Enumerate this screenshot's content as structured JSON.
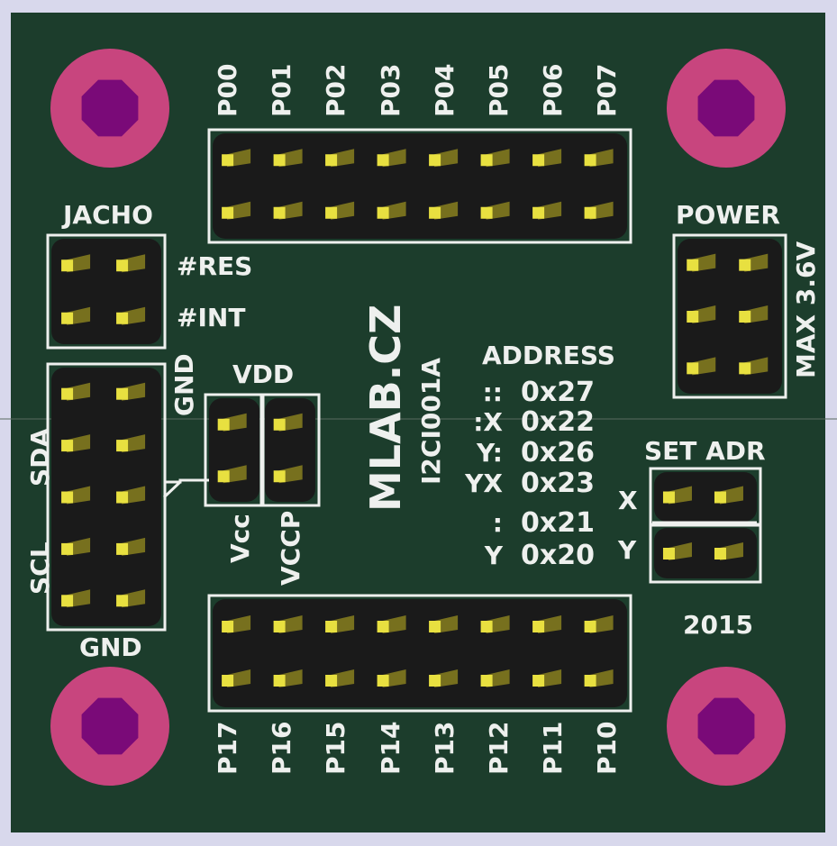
{
  "board": {
    "brand": "MLAB.CZ",
    "part": "I2CI001A",
    "year": "2015",
    "colors": {
      "pcb": "#1c3d2c",
      "silk": "#eef0ee",
      "pad_ring": "#c8457e",
      "hole": "#7a0a78",
      "pin": "#e8e040",
      "header": "#1a1a1a"
    }
  },
  "top_header": {
    "labels": [
      "P00",
      "P01",
      "P02",
      "P03",
      "P04",
      "P05",
      "P06",
      "P07"
    ]
  },
  "bottom_header": {
    "labels": [
      "P17",
      "P16",
      "P15",
      "P14",
      "P13",
      "P12",
      "P11",
      "P10"
    ]
  },
  "jacho": {
    "title": "JACHO",
    "res": "#RES",
    "int": "#INT"
  },
  "i2c": {
    "gnd_top": "GND",
    "sda": "SDA",
    "scl": "SCL",
    "gnd_bottom": "GND"
  },
  "vdd": {
    "title": "VDD",
    "vcc": "Vcc",
    "vccp": "VCCP"
  },
  "power": {
    "title": "POWER",
    "max": "MAX 3.6V"
  },
  "address": {
    "title": "ADDRESS",
    "rows": [
      {
        "code": "::",
        "value": "0x27"
      },
      {
        "code": ":X",
        "value": "0x22"
      },
      {
        "code": "Y:",
        "value": "0x26"
      },
      {
        "code": "YX",
        "value": "0x23"
      },
      {
        "code": ":",
        "value": "0x21"
      },
      {
        "code": "Y",
        "value": "0x20"
      }
    ]
  },
  "set_adr": {
    "title": "SET ADR",
    "x": "X",
    "y": "Y"
  }
}
